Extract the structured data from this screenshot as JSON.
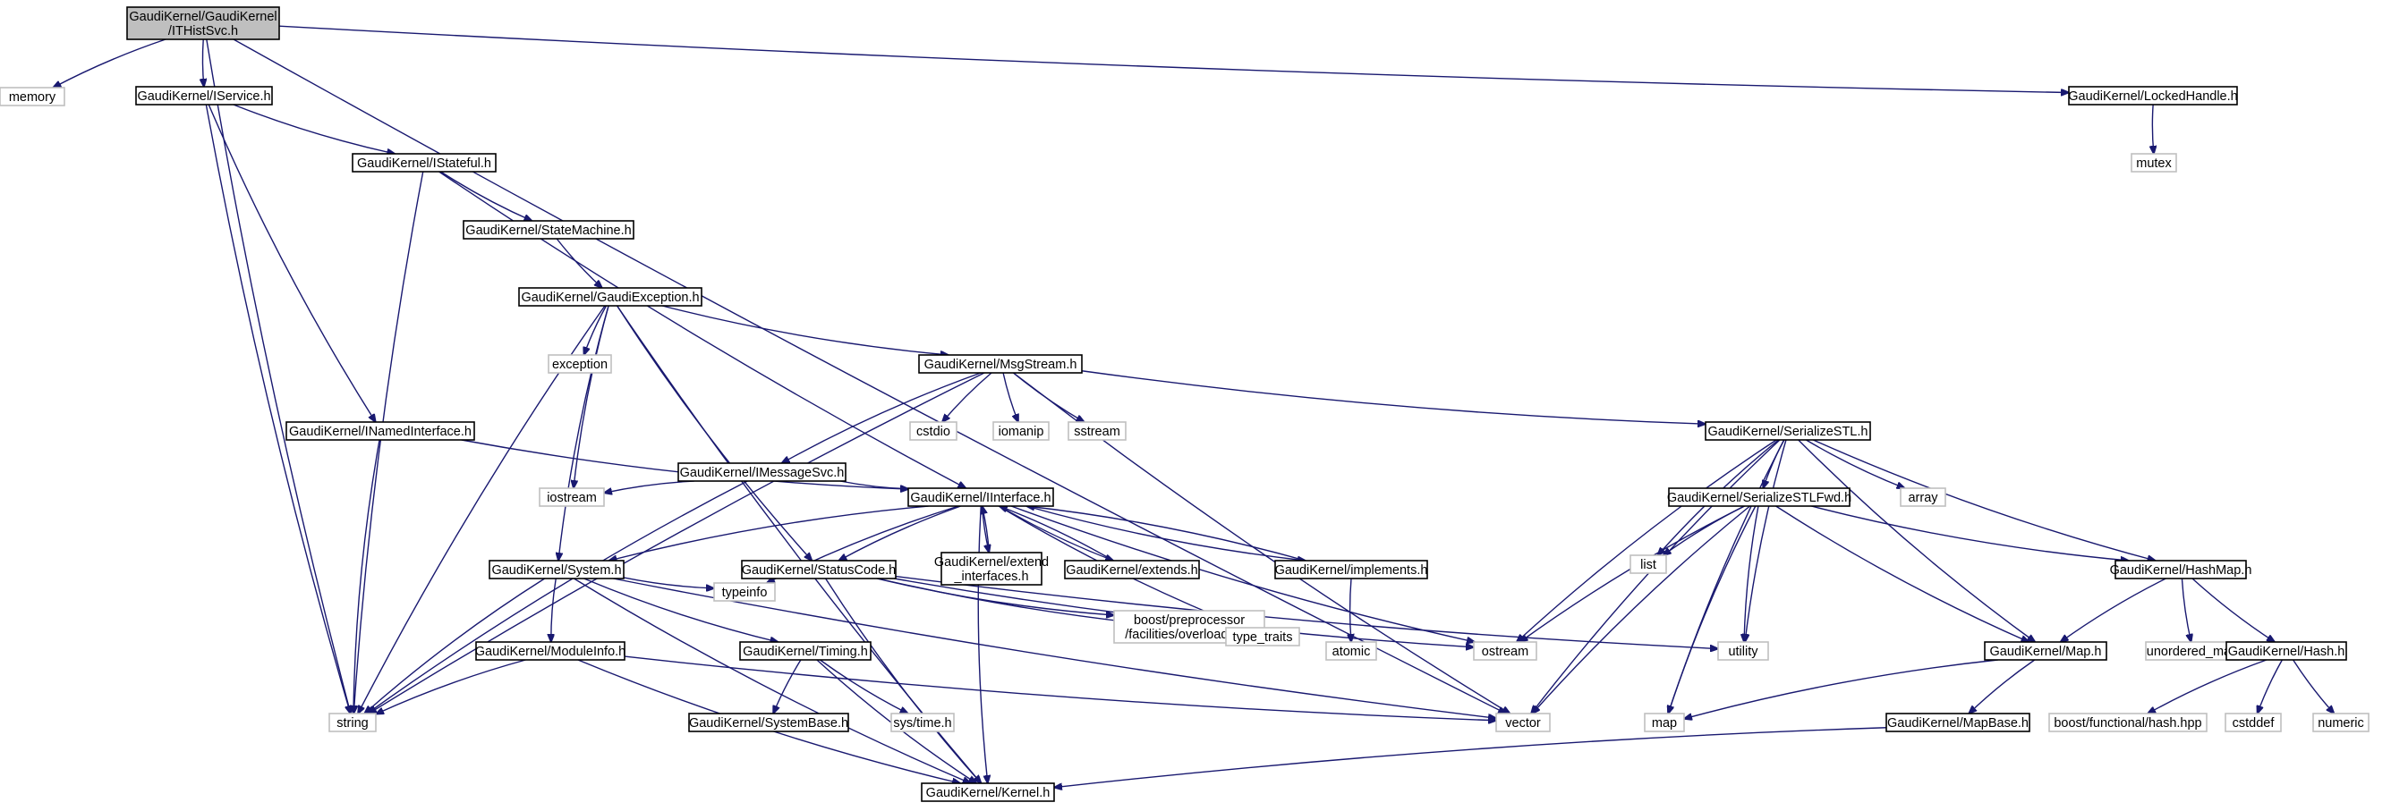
{
  "colors": {
    "edge": "#191970",
    "box_border": "#000000",
    "ext_border": "#bfbfbf",
    "root_fill": "#bfbfbf",
    "fill": "#ffffff"
  },
  "nodes": [
    {
      "id": "root",
      "lines": [
        "GaudiKernel/GaudiKernel",
        "/ITHistSvc.h"
      ],
      "kind": "root"
    },
    {
      "id": "memory",
      "lines": [
        "memory"
      ],
      "kind": "ext"
    },
    {
      "id": "iservice",
      "lines": [
        "GaudiKernel/IService.h"
      ],
      "kind": "header"
    },
    {
      "id": "lockedhandle",
      "lines": [
        "GaudiKernel/LockedHandle.h"
      ],
      "kind": "header"
    },
    {
      "id": "mutex",
      "lines": [
        "mutex"
      ],
      "kind": "ext"
    },
    {
      "id": "istateful",
      "lines": [
        "GaudiKernel/IStateful.h"
      ],
      "kind": "header"
    },
    {
      "id": "statemachine",
      "lines": [
        "GaudiKernel/StateMachine.h"
      ],
      "kind": "header"
    },
    {
      "id": "gaudiexception",
      "lines": [
        "GaudiKernel/GaudiException.h"
      ],
      "kind": "header"
    },
    {
      "id": "exception",
      "lines": [
        "exception"
      ],
      "kind": "ext"
    },
    {
      "id": "msgstream",
      "lines": [
        "GaudiKernel/MsgStream.h"
      ],
      "kind": "header"
    },
    {
      "id": "cstdio",
      "lines": [
        "cstdio"
      ],
      "kind": "ext"
    },
    {
      "id": "iomanip",
      "lines": [
        "iomanip"
      ],
      "kind": "ext"
    },
    {
      "id": "sstream",
      "lines": [
        "sstream"
      ],
      "kind": "ext"
    },
    {
      "id": "inamedinterface",
      "lines": [
        "GaudiKernel/INamedInterface.h"
      ],
      "kind": "header"
    },
    {
      "id": "imessagesvc",
      "lines": [
        "GaudiKernel/IMessageSvc.h"
      ],
      "kind": "header"
    },
    {
      "id": "iostream",
      "lines": [
        "iostream"
      ],
      "kind": "ext"
    },
    {
      "id": "iinterface",
      "lines": [
        "GaudiKernel/IInterface.h"
      ],
      "kind": "header"
    },
    {
      "id": "serializestl",
      "lines": [
        "GaudiKernel/SerializeSTL.h"
      ],
      "kind": "header"
    },
    {
      "id": "array",
      "lines": [
        "array"
      ],
      "kind": "ext"
    },
    {
      "id": "serializestlfwd",
      "lines": [
        "GaudiKernel/SerializeSTLFwd.h"
      ],
      "kind": "header"
    },
    {
      "id": "list",
      "lines": [
        "list"
      ],
      "kind": "ext"
    },
    {
      "id": "system",
      "lines": [
        "GaudiKernel/System.h"
      ],
      "kind": "header"
    },
    {
      "id": "statuscode",
      "lines": [
        "GaudiKernel/StatusCode.h"
      ],
      "kind": "header"
    },
    {
      "id": "extend_interfaces",
      "lines": [
        "GaudiKernel/extend",
        "_interfaces.h"
      ],
      "kind": "header"
    },
    {
      "id": "extends",
      "lines": [
        "GaudiKernel/extends.h"
      ],
      "kind": "header"
    },
    {
      "id": "implements",
      "lines": [
        "GaudiKernel/implements.h"
      ],
      "kind": "header"
    },
    {
      "id": "hashmap",
      "lines": [
        "GaudiKernel/HashMap.h"
      ],
      "kind": "header"
    },
    {
      "id": "typeinfo",
      "lines": [
        "typeinfo"
      ],
      "kind": "ext"
    },
    {
      "id": "boost_pp",
      "lines": [
        "boost/preprocessor",
        "/facilities/overload.hpp"
      ],
      "kind": "ext"
    },
    {
      "id": "type_traits",
      "lines": [
        "type_traits"
      ],
      "kind": "ext"
    },
    {
      "id": "atomic",
      "lines": [
        "atomic"
      ],
      "kind": "ext"
    },
    {
      "id": "ostream",
      "lines": [
        "ostream"
      ],
      "kind": "ext"
    },
    {
      "id": "utility",
      "lines": [
        "utility"
      ],
      "kind": "ext"
    },
    {
      "id": "unordered_map",
      "lines": [
        "unordered_map"
      ],
      "kind": "ext"
    },
    {
      "id": "moduleinfo",
      "lines": [
        "GaudiKernel/ModuleInfo.h"
      ],
      "kind": "header"
    },
    {
      "id": "timing",
      "lines": [
        "GaudiKernel/Timing.h"
      ],
      "kind": "header"
    },
    {
      "id": "mapheader",
      "lines": [
        "GaudiKernel/Map.h"
      ],
      "kind": "header"
    },
    {
      "id": "hash",
      "lines": [
        "GaudiKernel/Hash.h"
      ],
      "kind": "header"
    },
    {
      "id": "string",
      "lines": [
        "string"
      ],
      "kind": "ext"
    },
    {
      "id": "systembase",
      "lines": [
        "GaudiKernel/SystemBase.h"
      ],
      "kind": "header"
    },
    {
      "id": "systime",
      "lines": [
        "sys/time.h"
      ],
      "kind": "ext"
    },
    {
      "id": "vector",
      "lines": [
        "vector"
      ],
      "kind": "ext"
    },
    {
      "id": "map",
      "lines": [
        "map"
      ],
      "kind": "ext"
    },
    {
      "id": "mapbase",
      "lines": [
        "GaudiKernel/MapBase.h"
      ],
      "kind": "header"
    },
    {
      "id": "boost_hash",
      "lines": [
        "boost/functional/hash.hpp"
      ],
      "kind": "ext"
    },
    {
      "id": "cstddef",
      "lines": [
        "cstddef"
      ],
      "kind": "ext"
    },
    {
      "id": "numeric",
      "lines": [
        "numeric"
      ],
      "kind": "ext"
    },
    {
      "id": "kernel",
      "lines": [
        "GaudiKernel/Kernel.h"
      ],
      "kind": "header"
    }
  ],
  "edges": [
    [
      "root",
      "memory"
    ],
    [
      "root",
      "iservice"
    ],
    [
      "root",
      "lockedhandle"
    ],
    [
      "root",
      "string"
    ],
    [
      "root",
      "vector"
    ],
    [
      "iservice",
      "istateful"
    ],
    [
      "iservice",
      "inamedinterface"
    ],
    [
      "iservice",
      "string"
    ],
    [
      "lockedhandle",
      "mutex"
    ],
    [
      "istateful",
      "statemachine"
    ],
    [
      "istateful",
      "iinterface"
    ],
    [
      "istateful",
      "string"
    ],
    [
      "statemachine",
      "gaudiexception"
    ],
    [
      "gaudiexception",
      "exception"
    ],
    [
      "gaudiexception",
      "msgstream"
    ],
    [
      "gaudiexception",
      "iostream"
    ],
    [
      "gaudiexception",
      "system"
    ],
    [
      "gaudiexception",
      "statuscode"
    ],
    [
      "gaudiexception",
      "string"
    ],
    [
      "gaudiexception",
      "kernel"
    ],
    [
      "msgstream",
      "cstdio"
    ],
    [
      "msgstream",
      "iomanip"
    ],
    [
      "msgstream",
      "sstream"
    ],
    [
      "msgstream",
      "imessagesvc"
    ],
    [
      "msgstream",
      "serializestl"
    ],
    [
      "msgstream",
      "string"
    ],
    [
      "msgstream",
      "vector"
    ],
    [
      "inamedinterface",
      "iinterface"
    ],
    [
      "inamedinterface",
      "string"
    ],
    [
      "imessagesvc",
      "iinterface"
    ],
    [
      "imessagesvc",
      "iostream"
    ],
    [
      "imessagesvc",
      "string"
    ],
    [
      "iinterface",
      "system"
    ],
    [
      "iinterface",
      "statuscode"
    ],
    [
      "iinterface",
      "extend_interfaces"
    ],
    [
      "iinterface",
      "extends"
    ],
    [
      "iinterface",
      "implements"
    ],
    [
      "iinterface",
      "ostream"
    ],
    [
      "iinterface",
      "type_traits"
    ],
    [
      "iinterface",
      "typeinfo"
    ],
    [
      "iinterface",
      "kernel"
    ],
    [
      "extend_interfaces",
      "iinterface"
    ],
    [
      "extends",
      "iinterface"
    ],
    [
      "implements",
      "iinterface"
    ],
    [
      "implements",
      "atomic"
    ],
    [
      "serializestl",
      "serializestlfwd"
    ],
    [
      "serializestl",
      "array"
    ],
    [
      "serializestl",
      "list"
    ],
    [
      "serializestl",
      "ostream"
    ],
    [
      "serializestl",
      "hashmap"
    ],
    [
      "serializestl",
      "mapheader"
    ],
    [
      "serializestl",
      "utility"
    ],
    [
      "serializestl",
      "vector"
    ],
    [
      "serializestl",
      "map"
    ],
    [
      "serializestlfwd",
      "list"
    ],
    [
      "serializestlfwd",
      "ostream"
    ],
    [
      "serializestlfwd",
      "hashmap"
    ],
    [
      "serializestlfwd",
      "mapheader"
    ],
    [
      "serializestlfwd",
      "utility"
    ],
    [
      "serializestlfwd",
      "vector"
    ],
    [
      "serializestlfwd",
      "map"
    ],
    [
      "system",
      "moduleinfo"
    ],
    [
      "system",
      "timing"
    ],
    [
      "system",
      "typeinfo"
    ],
    [
      "system",
      "string"
    ],
    [
      "system",
      "vector"
    ],
    [
      "system",
      "kernel"
    ],
    [
      "statuscode",
      "boost_pp"
    ],
    [
      "statuscode",
      "ostream"
    ],
    [
      "statuscode",
      "type_traits"
    ],
    [
      "statuscode",
      "utility"
    ],
    [
      "statuscode",
      "kernel"
    ],
    [
      "hashmap",
      "mapheader"
    ],
    [
      "hashmap",
      "unordered_map"
    ],
    [
      "hashmap",
      "hash"
    ],
    [
      "moduleinfo",
      "string"
    ],
    [
      "moduleinfo",
      "vector"
    ],
    [
      "moduleinfo",
      "kernel"
    ],
    [
      "timing",
      "systembase"
    ],
    [
      "timing",
      "systime"
    ],
    [
      "timing",
      "kernel"
    ],
    [
      "mapheader",
      "map"
    ],
    [
      "mapheader",
      "mapbase"
    ],
    [
      "mapbase",
      "kernel"
    ],
    [
      "hash",
      "boost_hash"
    ],
    [
      "hash",
      "cstddef"
    ],
    [
      "hash",
      "numeric"
    ]
  ]
}
